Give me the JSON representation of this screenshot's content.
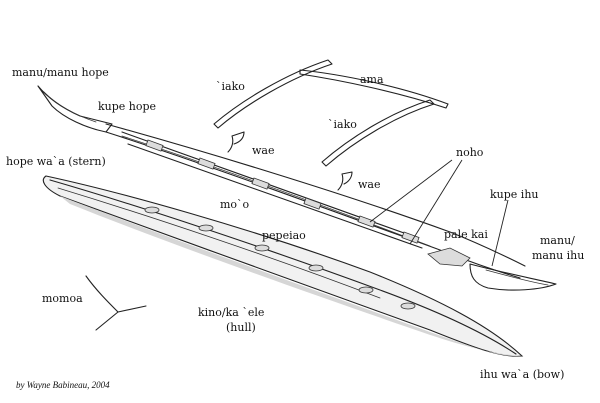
{
  "labels": {
    "manu_hope": "manu/manu hope",
    "kupe_hope": "kupe hope",
    "iako_left": "`iako",
    "ama": "ama",
    "iako_right": "`iako",
    "wae_left": "wae",
    "wae_right": "wae",
    "noho": "noho",
    "hope_waa": "hope wa`a (stern)",
    "moo": "mo`o",
    "kupe_ihu": "kupe ihu",
    "pale_kai": "pale kai",
    "pepeiao": "pepeiao",
    "manu_ihu_line1": "manu/",
    "manu_ihu_line2": "manu ihu",
    "momoa": "momoa",
    "kino_line1": "kino/ka `ele",
    "kino_line2": "(hull)",
    "ihu_waa": "ihu wa`a (bow)"
  },
  "credit": "by Wayne Babineau, 2004"
}
